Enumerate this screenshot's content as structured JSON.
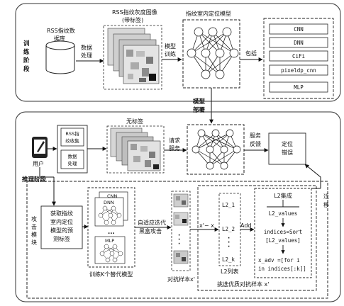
{
  "training": {
    "stage_label": "训练阶段",
    "database": [
      "RSS指纹数",
      "据库"
    ],
    "preprocess": [
      "数据",
      "处理"
    ],
    "image_title": [
      "RSS指纹灰度图像",
      "(带标签)"
    ],
    "train_label": [
      "模型",
      "训练"
    ],
    "model_title": "指纹室内定位模型",
    "includes": "包括",
    "models": [
      "CNN",
      "DNN",
      "CiFi",
      "pixeldp_cnn",
      "MLP"
    ]
  },
  "deploy": [
    "模型",
    "部署"
  ],
  "inference": {
    "stage_label": "推理阶段",
    "user": "用户",
    "collect": [
      "RSS指",
      "纹收集"
    ],
    "process": [
      "数据",
      "处理"
    ],
    "unlabeled": "无标签",
    "request": [
      "请求",
      "服务"
    ],
    "feedback": [
      "服务",
      "反馈"
    ],
    "result": [
      "定位",
      "错误"
    ]
  },
  "attack": {
    "module_label": "攻击模块",
    "get_labels": [
      "获取指纹",
      "室内定位",
      "模型的预",
      "测标签"
    ],
    "sub_models": [
      "CNN",
      "DNN",
      "MLP"
    ],
    "ellipsis": "...",
    "sub_caption": "训练K个替代模型",
    "adaptive": [
      "自适应迭代",
      "黑盒攻击"
    ],
    "adv_caption": "对抗样本x'",
    "delta": "x'− x",
    "l2_items": [
      "L2_1",
      "L2_2",
      "L2_k"
    ],
    "add": "Add",
    "l2_list": "L2列表",
    "l2_set": "L2集成",
    "l2_values": "L2_values",
    "sort_lines": [
      "indices=Sort",
      "[L2_values]"
    ],
    "adv_lines": [
      "x_adv =[for i",
      "in indices[:k]]"
    ],
    "select_caption": "挑选优质对抗样本 x'",
    "transfer": [
      "迁",
      "移"
    ]
  }
}
